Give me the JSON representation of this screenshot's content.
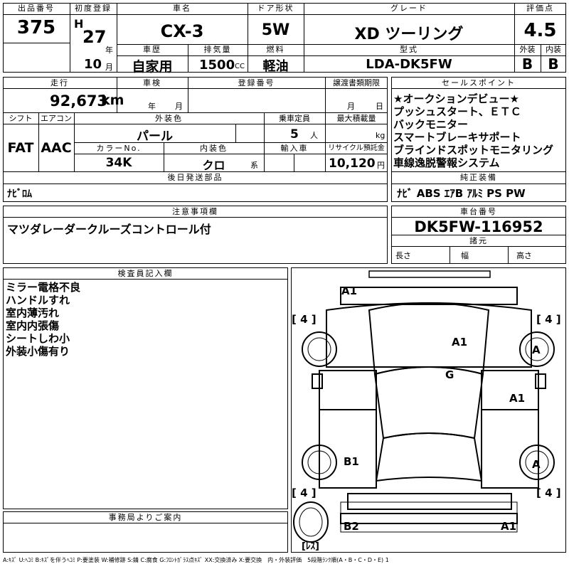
{
  "header": {
    "lot_label": "出品番号",
    "lot_no": "375",
    "first_reg_label": "初度登録",
    "era": "H",
    "year": "27",
    "year_unit": "年",
    "month": "10",
    "month_unit": "月",
    "model_label": "車名",
    "model": "CX-3",
    "history_label": "車歴",
    "history": "自家用",
    "displacement_label": "排気量",
    "displacement": "1500",
    "displacement_unit": "CC",
    "door_label": "ドア形状",
    "door": "5W",
    "fuel_label": "燃料",
    "fuel": "軽油",
    "grade_label": "グレード",
    "grade": "XD ツーリング",
    "type_label": "型式",
    "type": "LDA-DK5FW",
    "score_label": "評価点",
    "score": "4.5",
    "exterior_label": "外装",
    "exterior": "B",
    "interior_label": "内装",
    "interior": "B"
  },
  "row2": {
    "mileage_label": "走行",
    "mileage": "92,673",
    "mileage_unit": "km",
    "inspection_label": "車検",
    "insp_year": "年",
    "insp_month": "月",
    "reg_label": "登録番号",
    "transfer_label": "譲渡書類期限",
    "transfer_month": "月",
    "transfer_day": "日",
    "shift_label": "シフト",
    "shift": "FAT",
    "ac_label": "エアコン",
    "ac": "AAC",
    "color_label": "外装色",
    "color": "パール",
    "capacity_label": "乗車定員",
    "capacity": "5",
    "capacity_unit": "人",
    "load_label": "最大積載量",
    "load_unit": "kg",
    "colorno_label": "カラーNo.",
    "colorno": "34K",
    "intcolor_label": "内装色",
    "intcolor": "クロ",
    "intcolor_unit": "系",
    "import_label": "輸入車",
    "recycle_label": "リサイクル預託金",
    "recycle": "10,120",
    "recycle_unit": "円",
    "later_label": "後日発送部品",
    "later": "ﾅﾋﾞﾛﾑ"
  },
  "sales": {
    "label": "セールスポイント",
    "points": [
      "★オークションデビュー★",
      "プッシュスタート、ＥＴＣ",
      "バックモニター",
      "スマートブレーキサポート",
      "ブラインドスポットモニタリング",
      "車線逸脱警報システム"
    ],
    "equip_label": "純正装備",
    "equip": "ﾅﾋﾞ ABS ｴｱB ｱﾙﾐ PS PW"
  },
  "notes": {
    "label": "注意事項欄",
    "text": "マツダレーダークルーズコントロール付"
  },
  "chassis": {
    "label": "車台番号",
    "number": "DK5FW-116952",
    "spec_label": "諸元",
    "length": "長さ",
    "width": "幅",
    "height": "高さ"
  },
  "inspector": {
    "label": "検査員記入欄",
    "lines": [
      "ミラー電格不良",
      "ハンドルすれ",
      "室内薄汚れ",
      "室内内張傷",
      "シートしわ小",
      "外装小傷有り"
    ]
  },
  "office": {
    "label": "事務局よりご案内"
  },
  "diagram": {
    "marks": [
      "A1",
      "A1",
      "G",
      "A1",
      "B1",
      "B2",
      "A1",
      "A",
      "A"
    ],
    "tires": [
      "[ 4 ]",
      "[ 4 ]",
      "[ 4 ]",
      "[ 4 ]"
    ],
    "spare": "[ﾚｽ]"
  },
  "legend": "A:ｷｽﾞ U:ﾍｺﾐ B:ｷｽﾞを伴うﾍｺﾐ P:要塗装 W:補修跡 S:錆 C:腐食 G:ﾌﾛﾝﾄｶﾞﾗｽ点ｷｽﾞ XX:交換済み X:要交換　内・外装評価　5段階ﾗﾝｸ順(A・B・C・D・E) 1"
}
